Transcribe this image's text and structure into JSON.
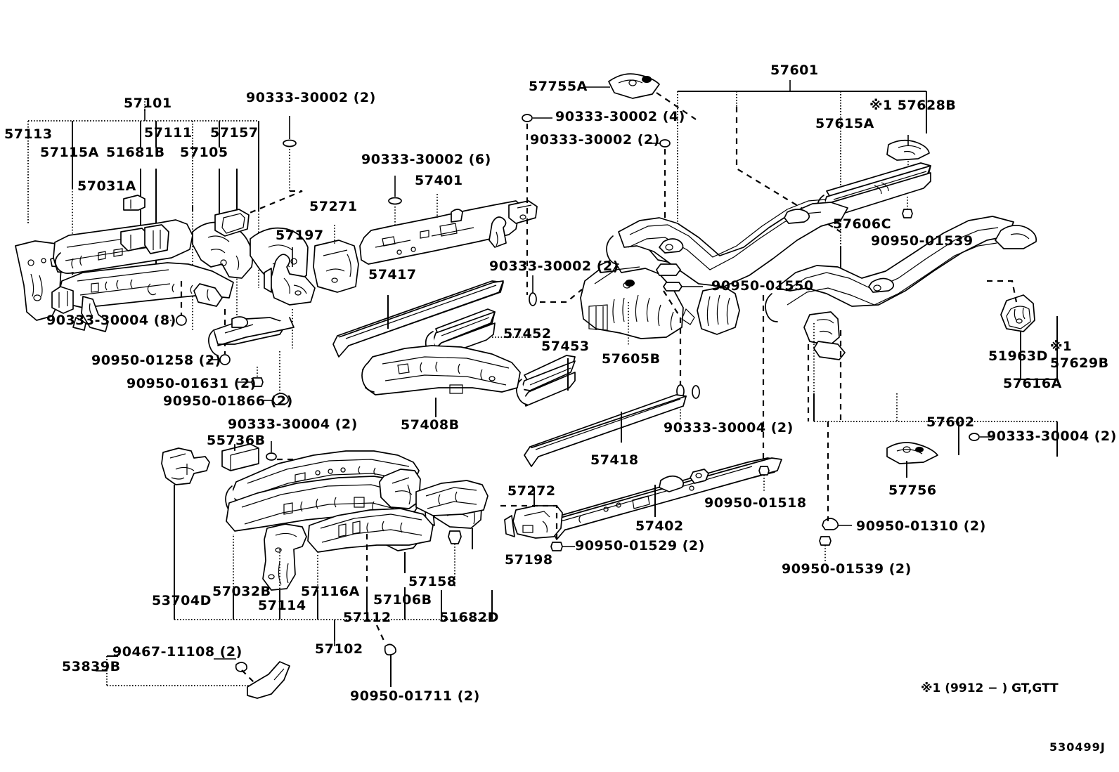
{
  "diagram": {
    "id": "530499J",
    "footnote": "※1 (9912 −      ) GT,GTT",
    "title": "Floor Side Member / Frame assembly parts illustration"
  },
  "labels": {
    "l57101": "57101",
    "l57113": "57113",
    "l57115a": "57115A",
    "l51681b": "51681B",
    "l57111": "57111",
    "l57157": "57157",
    "l57105": "57105",
    "l57031a": "57031A",
    "l90333_30002_2_top": "90333-30002 (2)",
    "l90333_30004_8": "90333-30004 (8)",
    "l90950_01258_2": "90950-01258 (2)",
    "l90950_01631_2": "90950-01631 (2)",
    "l90950_01866_2": "90950-01866 (2)",
    "l57271": "57271",
    "l57197": "57197",
    "l90333_30002_6": "90333-30002 (6)",
    "l57401": "57401",
    "l57417": "57417",
    "l57452": "57452",
    "l57453": "57453",
    "l57408b": "57408B",
    "l90333_30002_2_mid": "90333-30002 (2)",
    "l57605b": "57605B",
    "l90950_01550": "90950-01550",
    "l90333_30004_2_mid": "90333-30004 (2)",
    "l57418": "57418",
    "l57402": "57402",
    "l90333_30004_2_low": "90333-30004 (2)",
    "l90950_01529_2": "90950-01529 (2)",
    "l90950_01518": "90950-01518",
    "l57272": "57272",
    "l57198": "57198",
    "l55736b": "55736B",
    "l90333_30004_2_bl": "90333-30004 (2)",
    "l53704d": "53704D",
    "l57032b": "57032B",
    "l57114": "57114",
    "l57116a": "57116A",
    "l57112": "57112",
    "l57106b": "57106B",
    "l57158": "57158",
    "l51682d": "51682D",
    "l57102": "57102",
    "l53839b": "53839B",
    "l90467_11108_2": "90467-11108 (2)",
    "l90950_01711_2": "90950-01711 (2)",
    "l57755a": "57755A",
    "l90333_30002_4": "90333-30002 (4)",
    "l90333_30002_2_r": "90333-30002 (2)",
    "l57601": "57601",
    "l57628b": "※1 57628B",
    "l57615a": "57615A",
    "l57606c": "57606C",
    "l90950_01539_r": "90950-01539",
    "l51963d": "51963D",
    "l57629b": "57629B",
    "l57629b_mark": "※1",
    "l57616a": "57616A",
    "l57602": "57602",
    "l90333_30004_2_r": "90333-30004 (2)",
    "l57756": "57756",
    "l90950_01310_2": "90950-01310 (2)",
    "l90950_01539_2": "90950-01539 (2)"
  },
  "parts_list": [
    {
      "number": "57101",
      "kind": "assembly-bracket"
    },
    {
      "number": "57113",
      "kind": "panel"
    },
    {
      "number": "57115A",
      "kind": "panel"
    },
    {
      "number": "51681B",
      "kind": "bracket"
    },
    {
      "number": "57111",
      "kind": "member"
    },
    {
      "number": "57157",
      "kind": "reinforcement"
    },
    {
      "number": "57105",
      "kind": "member"
    },
    {
      "number": "57031A",
      "kind": "bracket"
    },
    {
      "number": "57271",
      "kind": "bracket"
    },
    {
      "number": "57197",
      "kind": "bracket"
    },
    {
      "number": "57401",
      "kind": "crossmember"
    },
    {
      "number": "57417",
      "kind": "rail"
    },
    {
      "number": "57452",
      "kind": "crossmember"
    },
    {
      "number": "57453",
      "kind": "crossmember"
    },
    {
      "number": "57408B",
      "kind": "crossmember"
    },
    {
      "number": "57605B",
      "kind": "member"
    },
    {
      "number": "57418",
      "kind": "rail"
    },
    {
      "number": "57402",
      "kind": "rocker"
    },
    {
      "number": "57272",
      "kind": "bracket"
    },
    {
      "number": "57198",
      "kind": "bracket"
    },
    {
      "number": "55736B",
      "kind": "block"
    },
    {
      "number": "53704D",
      "kind": "bracket"
    },
    {
      "number": "57032B",
      "kind": "bracket"
    },
    {
      "number": "57114",
      "kind": "member"
    },
    {
      "number": "57116A",
      "kind": "member"
    },
    {
      "number": "57112",
      "kind": "member"
    },
    {
      "number": "57106B",
      "kind": "bracket"
    },
    {
      "number": "57158",
      "kind": "reinforcement"
    },
    {
      "number": "51682D",
      "kind": "bracket"
    },
    {
      "number": "57102",
      "kind": "assembly-bracket"
    },
    {
      "number": "53839B",
      "kind": "assembly-bracket"
    },
    {
      "number": "57755A",
      "kind": "bracket"
    },
    {
      "number": "57601",
      "kind": "assembly-bracket"
    },
    {
      "number": "57628B",
      "kind": "bracket"
    },
    {
      "number": "57615A",
      "kind": "member"
    },
    {
      "number": "57606C",
      "kind": "member"
    },
    {
      "number": "51963D",
      "kind": "bracket"
    },
    {
      "number": "57629B",
      "kind": "bracket"
    },
    {
      "number": "57616A",
      "kind": "assembly-bracket"
    },
    {
      "number": "57602",
      "kind": "assembly-bracket"
    },
    {
      "number": "57756",
      "kind": "bracket"
    }
  ],
  "fasteners": [
    {
      "number": "90333-30002",
      "qty": "(2)"
    },
    {
      "number": "90333-30002",
      "qty": "(4)"
    },
    {
      "number": "90333-30002",
      "qty": "(6)"
    },
    {
      "number": "90333-30004",
      "qty": "(8)"
    },
    {
      "number": "90333-30004",
      "qty": "(2)"
    },
    {
      "number": "90950-01258",
      "qty": "(2)"
    },
    {
      "number": "90950-01631",
      "qty": "(2)"
    },
    {
      "number": "90950-01866",
      "qty": "(2)"
    },
    {
      "number": "90950-01550",
      "qty": ""
    },
    {
      "number": "90950-01529",
      "qty": "(2)"
    },
    {
      "number": "90950-01518",
      "qty": ""
    },
    {
      "number": "90950-01539",
      "qty": "(2)"
    },
    {
      "number": "90950-01310",
      "qty": "(2)"
    },
    {
      "number": "90950-01711",
      "qty": "(2)"
    },
    {
      "number": "90467-11108",
      "qty": "(2)"
    }
  ]
}
